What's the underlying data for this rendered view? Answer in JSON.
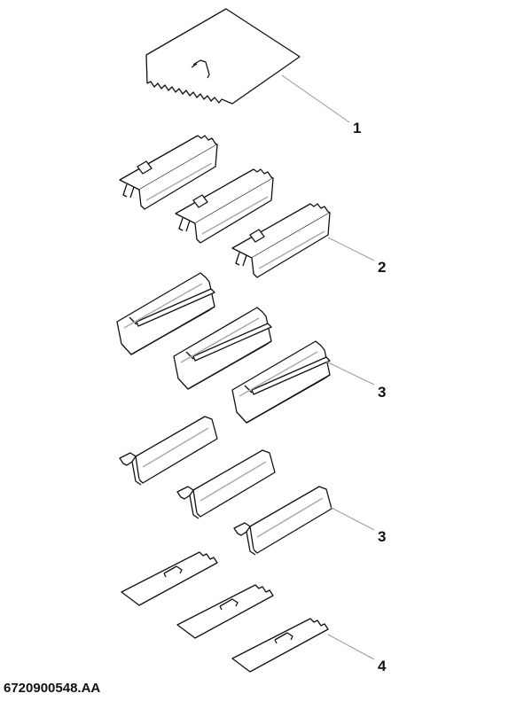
{
  "callouts": [
    "1",
    "2",
    "3",
    "3",
    "4"
  ],
  "footer": {
    "reference_code": "6720900548.AA"
  }
}
